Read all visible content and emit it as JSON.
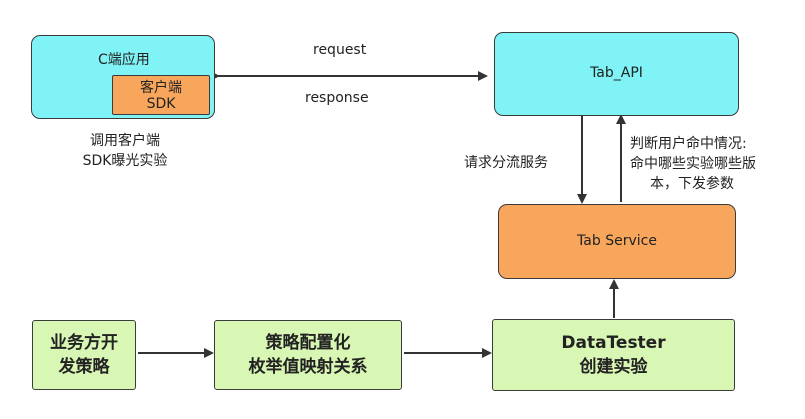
{
  "nodes": {
    "c_app": {
      "label": "C端应用"
    },
    "client_sdk": {
      "line1": "客户端",
      "line2": "SDK"
    },
    "tab_api": {
      "label": "Tab_API"
    },
    "tab_service": {
      "label": "Tab Service"
    },
    "biz": {
      "line1": "业务方开",
      "line2": "发策略"
    },
    "strategy": {
      "line1": "策略配置化",
      "line2": "枚举值映射关系"
    },
    "datatester": {
      "line1": "DataTester",
      "line2": "创建实验"
    }
  },
  "edges": {
    "request": "request",
    "response": "response",
    "split_service": "请求分流服务",
    "hit_info": {
      "line1": "判断用户命中情况:",
      "line2": "命中哪些实验哪些版",
      "line3": "本，下发参数"
    }
  },
  "notes": {
    "sdk_call": {
      "line1": "调用客户端",
      "line2": "SDK曝光实验"
    }
  },
  "colors": {
    "cyan": "#7ff3f6",
    "orange": "#f8a65c",
    "green": "#d9f7b4",
    "line": "#333333"
  }
}
